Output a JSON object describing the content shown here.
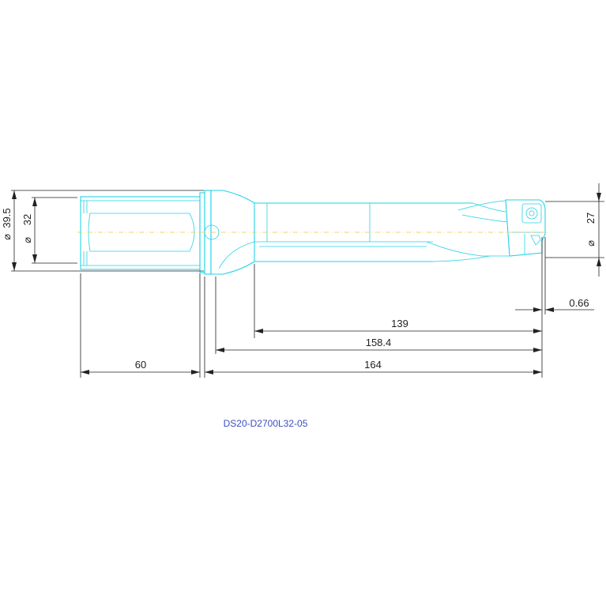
{
  "drawing": {
    "part_number": "DS20-D2700L32-05"
  },
  "dimensions": {
    "shank_outer_diameter": {
      "symbol": "⌀",
      "value": "39.5"
    },
    "shank_diameter": {
      "symbol": "⌀",
      "value": "32"
    },
    "cut_diameter": {
      "symbol": "⌀",
      "value": "27"
    },
    "offset": "0.66",
    "flute_length": "139",
    "body_length": "158.4",
    "overall_length": "164",
    "shank_length": "60"
  },
  "colors": {
    "outline": "#22d3e6",
    "centerline": "#e8c840",
    "dimension": "#222222",
    "caption": "#3a4fc0"
  }
}
